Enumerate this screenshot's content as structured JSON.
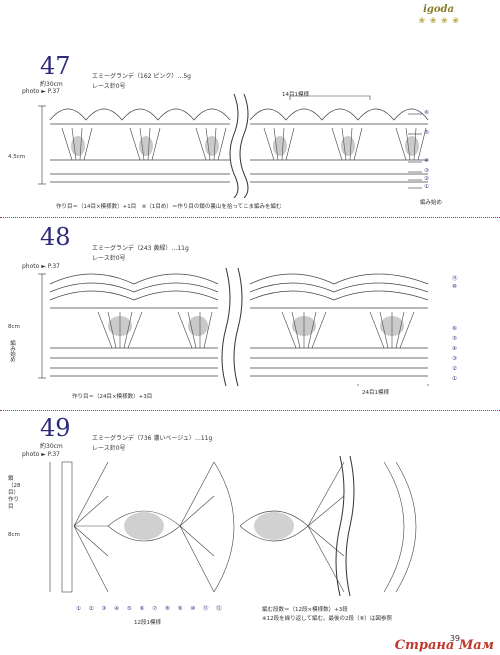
{
  "brand": "igoda",
  "page_number": "39",
  "watermark": "Страна Мам",
  "patterns": [
    {
      "number": "47",
      "width": "約30cm",
      "photo": "photo ► P.37",
      "yarn": "エミーグランデ（162 ピンク）…5g",
      "hook": "レース針0号",
      "height_label": "4.5cm",
      "repeat_label": "14目1模様",
      "start_label": "編み始め",
      "row_marks": [
        "⑥",
        "⑤",
        "④",
        "③",
        "②",
        "①"
      ],
      "note": "作り目＝（14目×模様数）+1目　※（1目め）＝作り目の鎖の裏山を拾ってこま編みを編む"
    },
    {
      "number": "48",
      "yarn": "エミーグランデ（243 黄緑）…11g",
      "hook": "レース針0号",
      "photo": "photo ► P.37",
      "height_label": "8cm",
      "start_label": "編み始め",
      "repeat_label": "24目1模様",
      "row_marks": [
        "⑪",
        "⑩",
        "⑥",
        "⑤",
        "④",
        "③",
        "②",
        "①"
      ],
      "note": "作り目＝（24目×模様数）+3目"
    },
    {
      "number": "49",
      "width": "約30cm",
      "photo": "photo ► P.37",
      "yarn": "エミーグランデ（736 濃いベージュ）…11g",
      "hook": "レース針0号",
      "side_label": "鎖（28目）作り目",
      "height_label": "8cm",
      "repeat_label": "12段1模様",
      "bottom_marks": [
        "①",
        "②",
        "③",
        "④",
        "⑤",
        "⑥",
        "⑦",
        "⑧",
        "⑨",
        "⑩",
        "⑪",
        "⑫"
      ],
      "note1": "編む段数＝（12段×模様数）+3段",
      "note2": "※12段を繰り返して編む。最後の2段（⑧）は図参照"
    }
  ]
}
